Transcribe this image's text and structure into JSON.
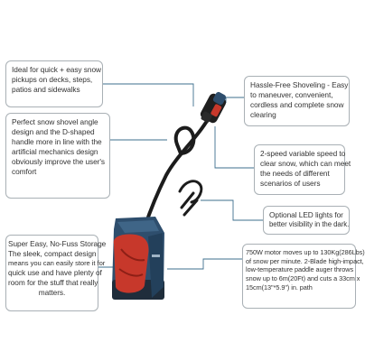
{
  "colors": {
    "body_blue": "#2e4e6d",
    "accent_red": "#c7382b",
    "handle_black": "#1c1c1c",
    "connector_line": "#3e6f8e",
    "callout_border": "#a9b0b5",
    "text": "#333333"
  },
  "icons": {
    "product": "cordless-snow-shovel-illustration"
  },
  "callouts": {
    "use_cases": {
      "lines": [
        "Ideal for quick + easy snow",
        "pickups on decks, steps,",
        "patios and sidewalks"
      ]
    },
    "angle_design": {
      "lines": [
        "Perfect snow shovel angle",
        "design and the D-shaped",
        "handle more in line with the",
        "artificial mechanics design",
        "obviously improve the user's",
        "comfort"
      ]
    },
    "storage": {
      "lines": [
        "Super Easy, No-Fuss Storage",
        "The sleek, compact design",
        "means you can easily store it for",
        "quick use and have plenty of",
        "room for the stuff that really",
        "matters."
      ]
    },
    "hassle_free": {
      "lines": [
        "Hassle-Free Shoveling - Easy",
        "to maneuver, convenient,",
        "cordless and complete snow",
        "clearing"
      ]
    },
    "variable_speed": {
      "lines": [
        "2-speed variable speed to",
        "clear snow, which can meet",
        "the needs of different",
        "scenarios of users"
      ]
    },
    "led_lights": {
      "lines": [
        "Optional LED lights for",
        "better visibility in the dark."
      ]
    },
    "motor": {
      "lines": [
        "750W motor moves up to 130Kg(286Lbs)",
        "of snow per minute. 2-Blade high-impact,",
        "low-temperature paddle auger throws",
        "snow up to 6m(20Ft) and cuts a 33cm x",
        "15cm(13\"*5.9\") in. path"
      ]
    }
  }
}
